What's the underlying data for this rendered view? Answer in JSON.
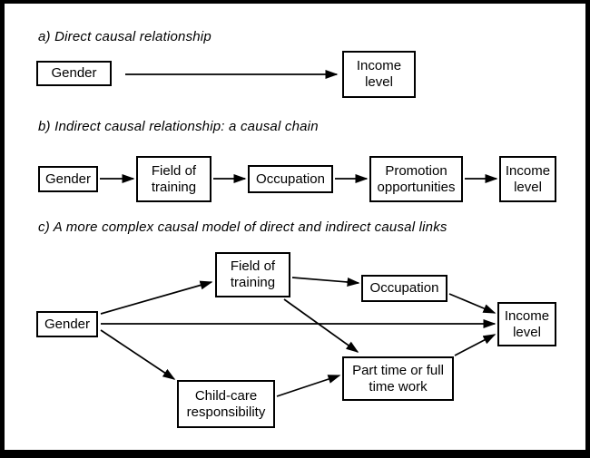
{
  "figure": {
    "background": "#ffffff",
    "frame_color": "#000000"
  },
  "sections": {
    "a": {
      "title": "a) Direct causal relationship",
      "nodes": {
        "gender": "Gender",
        "income": "Income level"
      },
      "edges": [
        "gender->income"
      ]
    },
    "b": {
      "title": "b) Indirect causal relationship: a causal chain",
      "nodes": {
        "gender": "Gender",
        "field": "Field of training",
        "occupation": "Occupation",
        "promotion": "Promotion opportunities",
        "income": "Income level"
      },
      "edges": [
        "gender->field",
        "field->occupation",
        "occupation->promotion",
        "promotion->income"
      ]
    },
    "c": {
      "title": "c) A more complex causal model of direct and indirect causal links",
      "nodes": {
        "gender": "Gender",
        "field": "Field of training",
        "occupation": "Occupation",
        "childcare": "Child-care responsibility",
        "parttime": "Part time or full time work",
        "income": "Income level"
      },
      "edges": [
        "gender->field",
        "gender->income",
        "gender->childcare",
        "field->occupation",
        "field->parttime",
        "occupation->income",
        "childcare->parttime",
        "parttime->income"
      ]
    }
  }
}
